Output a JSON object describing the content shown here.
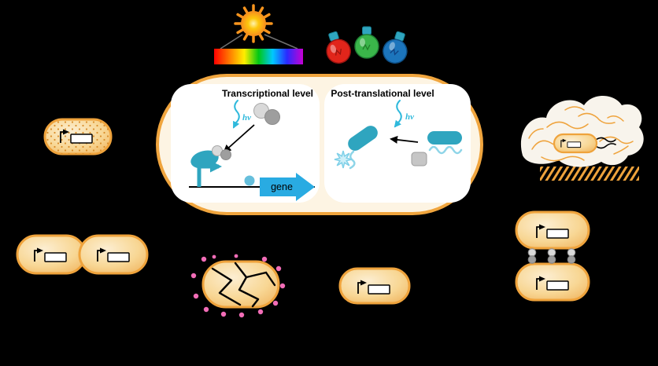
{
  "figure": {
    "left_panel_title": "Transcriptional level",
    "right_panel_title": "Post-translational level",
    "gene_label": "gene",
    "light_label": "hν"
  },
  "icons": {
    "sun": "sun-icon",
    "spectrum": "light-spectrum-bar",
    "bulbs": [
      "red-light-bulb-icon",
      "green-light-bulb-icon",
      "blue-light-bulb-icon"
    ]
  },
  "colors": {
    "background": "#000000",
    "capsule_fill": "#FDF4E3",
    "capsule_border": "#F0A53E",
    "panel_fill": "#FFFFFF",
    "teal": "#2FA5BF",
    "cyan_light": "#8ED5E8",
    "cyan_text": "#2FB9DC",
    "gene_arrow": "#29ABE2",
    "gray_light": "#D9D9D9",
    "gray_dark": "#9E9E9E",
    "gray_protein": "#C6C6C6",
    "bact_border": "#EFA33C",
    "pink": "#F26DB7",
    "sun_ray": "#F7941D",
    "sun_core": "#FDC70C",
    "bulb_red": "#E1251B",
    "bulb_green": "#3AB54A",
    "bulb_blue": "#1C75BC",
    "bulb_cap": "#2FA5BF"
  }
}
